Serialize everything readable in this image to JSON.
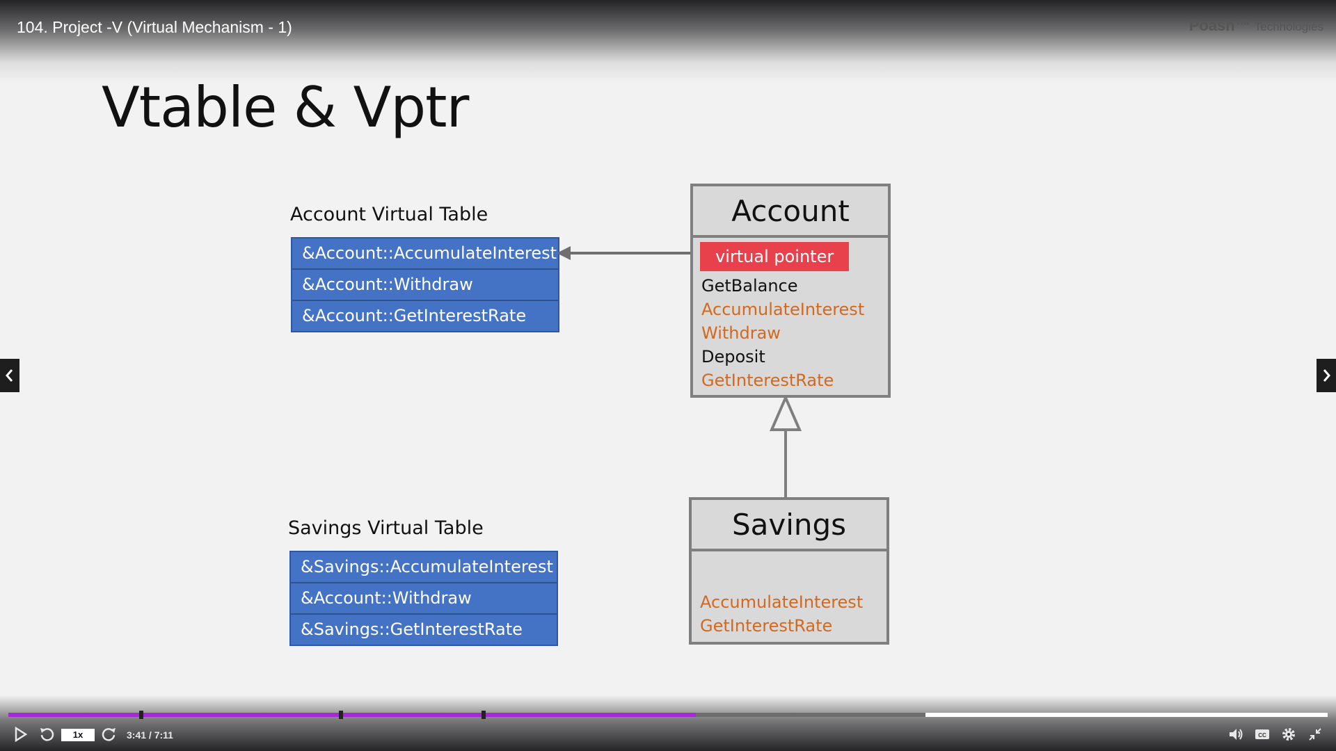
{
  "player": {
    "video_title": "104. Project -V (Virtual Mechanism - 1)",
    "brand": "Poash™",
    "brand_suffix": "Technologies",
    "playback_speed": "1x",
    "current_time": "3:41",
    "time_separator": " / ",
    "duration": "7:11",
    "progress_fraction": 0.521,
    "buffered_fraction": 0.695,
    "chapter_marker_fractions": [
      0.101,
      0.252,
      0.36
    ],
    "colors": {
      "progress": "#a629d6",
      "buffer": "#6d6d6d"
    }
  },
  "controls": {
    "play_icon": "play-icon",
    "rewind_icon": "rewind-icon",
    "forward_icon": "forward-icon",
    "volume_icon": "volume-icon",
    "captions_icon": "captions-icon",
    "settings_icon": "gear-icon",
    "fullscreen_icon": "exit-fullscreen-icon",
    "prev_icon": "chevron-left-icon",
    "next_icon": "chevron-right-icon"
  },
  "slide": {
    "title": "Vtable & Vptr",
    "account_vtable": {
      "heading": "Account Virtual Table",
      "rows": [
        "&Account::AccumulateInterest",
        "&Account::Withdraw",
        "&Account::GetInterestRate"
      ]
    },
    "savings_vtable": {
      "heading": "Savings Virtual Table",
      "rows": [
        "&Savings::AccumulateInterest",
        "&Account::Withdraw",
        "&Savings::GetInterestRate"
      ]
    },
    "account_class": {
      "name": "Account",
      "vptr_label": "virtual pointer",
      "members": [
        {
          "name": "GetBalance",
          "virtual": false
        },
        {
          "name": "AccumulateInterest",
          "virtual": true
        },
        {
          "name": "Withdraw",
          "virtual": true
        },
        {
          "name": "Deposit",
          "virtual": false
        },
        {
          "name": "GetInterestRate",
          "virtual": true
        }
      ]
    },
    "savings_class": {
      "name": "Savings",
      "members": [
        {
          "name": "AccumulateInterest",
          "virtual": true
        },
        {
          "name": "GetInterestRate",
          "virtual": true
        }
      ]
    },
    "colors": {
      "vtable_fill": "#4472c4",
      "vptr_fill": "#e8414b",
      "virtual_member": "#d2691e",
      "class_fill": "#d9d9d9"
    }
  }
}
